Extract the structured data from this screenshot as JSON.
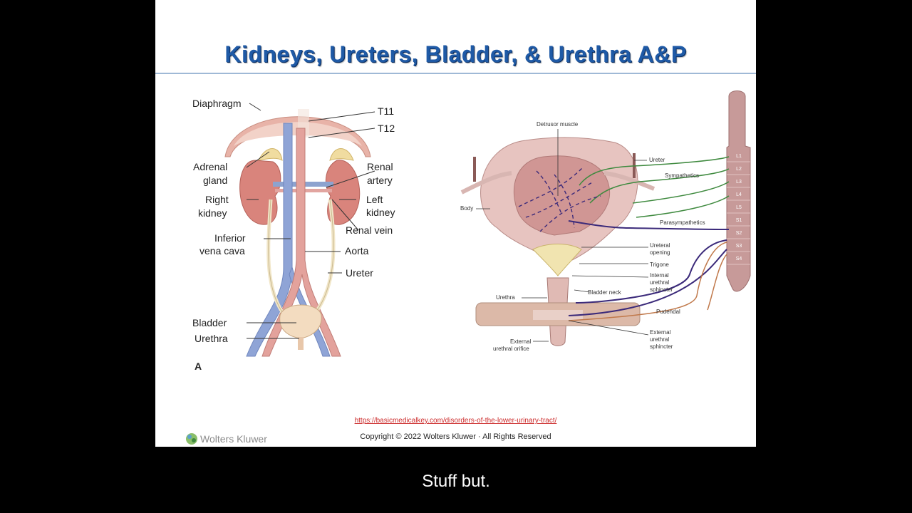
{
  "slide": {
    "title": "Kidneys, Ureters, Bladder, & Urethra A&P",
    "source_link": "https://basicmedicalkey.com/disorders-of-the-lower-urinary-tract/",
    "copyright": "Copyright © 2022 Wolters Kluwer · All Rights Reserved",
    "logo_text": "Wolters Kluwer"
  },
  "figure_a": {
    "labels": {
      "diaphragm": "Diaphragm",
      "t11": "T11",
      "t12": "T12",
      "adrenal_1": "Adrenal",
      "adrenal_2": "gland",
      "renal_artery_1": "Renal",
      "renal_artery_2": "artery",
      "right_kidney_1": "Right",
      "right_kidney_2": "kidney",
      "left_kidney_1": "Left",
      "left_kidney_2": "kidney",
      "renal_vein": "Renal vein",
      "ivc_1": "Inferior",
      "ivc_2": "vena cava",
      "aorta": "Aorta",
      "ureter": "Ureter",
      "bladder": "Bladder",
      "urethra": "Urethra",
      "panel": "A"
    }
  },
  "figure_b": {
    "labels": {
      "detrusor": "Detrusor muscle",
      "ureter": "Ureter",
      "sympathetics": "Sympathetics",
      "body": "Body",
      "parasympathetics": "Parasympathetics",
      "ureteral_opening_1": "Ureteral",
      "ureteral_opening_2": "opening",
      "trigone": "Trigone",
      "internal_sphincter_1": "Internal",
      "internal_sphincter_2": "urethral",
      "internal_sphincter_3": "sphincter",
      "bladder_neck": "Bladder neck",
      "urethra": "Urethra",
      "pudendal": "Pudendal",
      "external_orifice_1": "External",
      "external_orifice_2": "urethral orifice",
      "external_sphincter_1": "External",
      "external_sphincter_2": "urethral",
      "external_sphincter_3": "sphincter"
    },
    "segments": [
      "L1",
      "L2",
      "L3",
      "L4",
      "L5",
      "S1",
      "S2",
      "S3",
      "S4"
    ]
  },
  "subtitle": "Stuff but."
}
